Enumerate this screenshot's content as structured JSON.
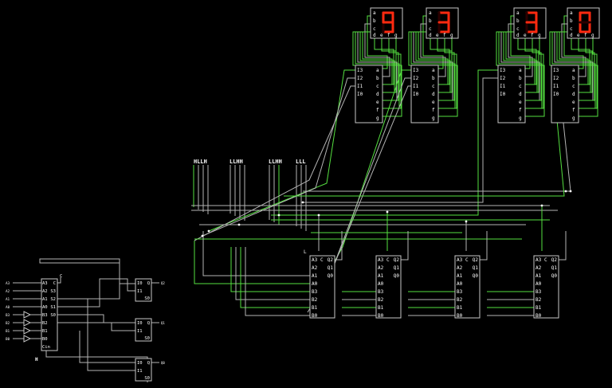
{
  "colors": {
    "background": "#000000",
    "wire_active": "#55e040",
    "wire_idle": "#b4b4b4",
    "component": "#c8c8c8",
    "segment_on": "#ff2a10",
    "segment_off": "#2a0000"
  },
  "displays": [
    {
      "digit": "9",
      "pins_top": [
        "a",
        "b",
        "c"
      ],
      "pins_bottom": [
        "d",
        "e",
        "f",
        "g"
      ]
    },
    {
      "digit": "3",
      "pins_top": [
        "a",
        "b",
        "c"
      ],
      "pins_bottom": [
        "d",
        "e",
        "f",
        "g"
      ]
    },
    {
      "digit": "3",
      "pins_top": [
        "a",
        "b",
        "c"
      ],
      "pins_bottom": [
        "d",
        "e",
        "f",
        "g"
      ]
    },
    {
      "digit": "0",
      "pins_top": [
        "a",
        "b",
        "c"
      ],
      "pins_bottom": [
        "d",
        "e",
        "f",
        "g"
      ]
    }
  ],
  "decoders": [
    {
      "inputs": [
        "I3",
        "I2",
        "I1",
        "I0"
      ],
      "outputs": [
        "a",
        "b",
        "c",
        "d",
        "e",
        "f",
        "g"
      ]
    },
    {
      "inputs": [
        "I3",
        "I2",
        "I1",
        "I0"
      ],
      "outputs": [
        "a",
        "b",
        "c",
        "d",
        "e",
        "f",
        "g"
      ]
    },
    {
      "inputs": [
        "I3",
        "I2",
        "I1",
        "I0"
      ],
      "outputs": [
        "a",
        "b",
        "c",
        "d",
        "e",
        "f",
        "g"
      ]
    },
    {
      "inputs": [
        "I3",
        "I2",
        "I1",
        "I0"
      ],
      "outputs": [
        "a",
        "b",
        "c",
        "d",
        "e",
        "f",
        "g"
      ]
    }
  ],
  "input_labels": [
    "HLLH",
    "LLHH",
    "LLHH",
    "LLL"
  ],
  "carry_in_label": "L",
  "adders": [
    {
      "pins_left": [
        "A3",
        "A2",
        "A1",
        "A0",
        "B3",
        "B2",
        "B1",
        "B0"
      ],
      "pins_right": [
        "Q2",
        "Q1",
        "Q0"
      ],
      "carry": "C"
    },
    {
      "pins_left": [
        "A3",
        "A2",
        "A1",
        "A0",
        "B3",
        "B2",
        "B1",
        "B0"
      ],
      "pins_right": [
        "Q2",
        "Q1",
        "Q0"
      ],
      "carry": "C"
    },
    {
      "pins_left": [
        "A3",
        "A2",
        "A1",
        "A0",
        "B3",
        "B2",
        "B1",
        "B0"
      ],
      "pins_right": [
        "Q2",
        "Q1",
        "Q0"
      ],
      "carry": "C"
    },
    {
      "pins_left": [
        "A3",
        "A2",
        "A1",
        "A0",
        "B3",
        "B2",
        "B1",
        "B0"
      ],
      "pins_right": [
        "Q2",
        "Q1",
        "Q0"
      ],
      "carry": "C"
    }
  ],
  "small_adder": {
    "pins_left": [
      "A3",
      "A2",
      "A1",
      "A0",
      "B3",
      "B2",
      "B1",
      "B0",
      "Cin"
    ],
    "pins_right": [
      "C",
      "S3",
      "S2",
      "S1",
      "S0"
    ]
  },
  "small_inputs": [
    "A3",
    "A2",
    "A1",
    "A0",
    "B3",
    "B2",
    "B1",
    "B0"
  ],
  "small_high_label": "H",
  "muxes": [
    {
      "pins": [
        "I0",
        "I1"
      ],
      "out": "Q",
      "sel": "S0",
      "out_label": "Q2"
    },
    {
      "pins": [
        "I0",
        "I1"
      ],
      "out": "Q",
      "sel": "S0",
      "out_label": "Q1"
    },
    {
      "pins": [
        "I0",
        "I1"
      ],
      "out": "Q",
      "sel": "S0",
      "out_label": "Q0"
    }
  ]
}
